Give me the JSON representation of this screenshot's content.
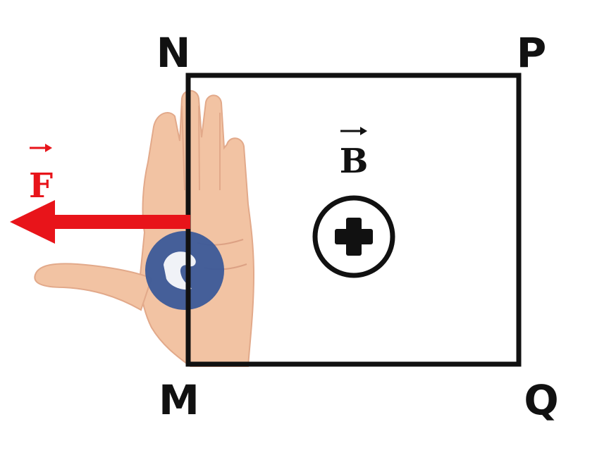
{
  "diagram": {
    "corners": {
      "top_left": "N",
      "top_right": "P",
      "bottom_left": "M",
      "bottom_right": "Q"
    },
    "force_label": "F",
    "field_label": "B",
    "colors": {
      "frame": "#111111",
      "force": "#e8141a",
      "skin": "#f2c3a3",
      "skin_shadow": "#e2a98a",
      "current_marker": "#3b5a99",
      "background": "#ffffff"
    },
    "icons": {
      "field_direction": "field-into-page-icon",
      "current_direction": "current-marker-icon",
      "hand": "left-hand-icon",
      "force_arrow": "force-arrow-icon"
    }
  }
}
